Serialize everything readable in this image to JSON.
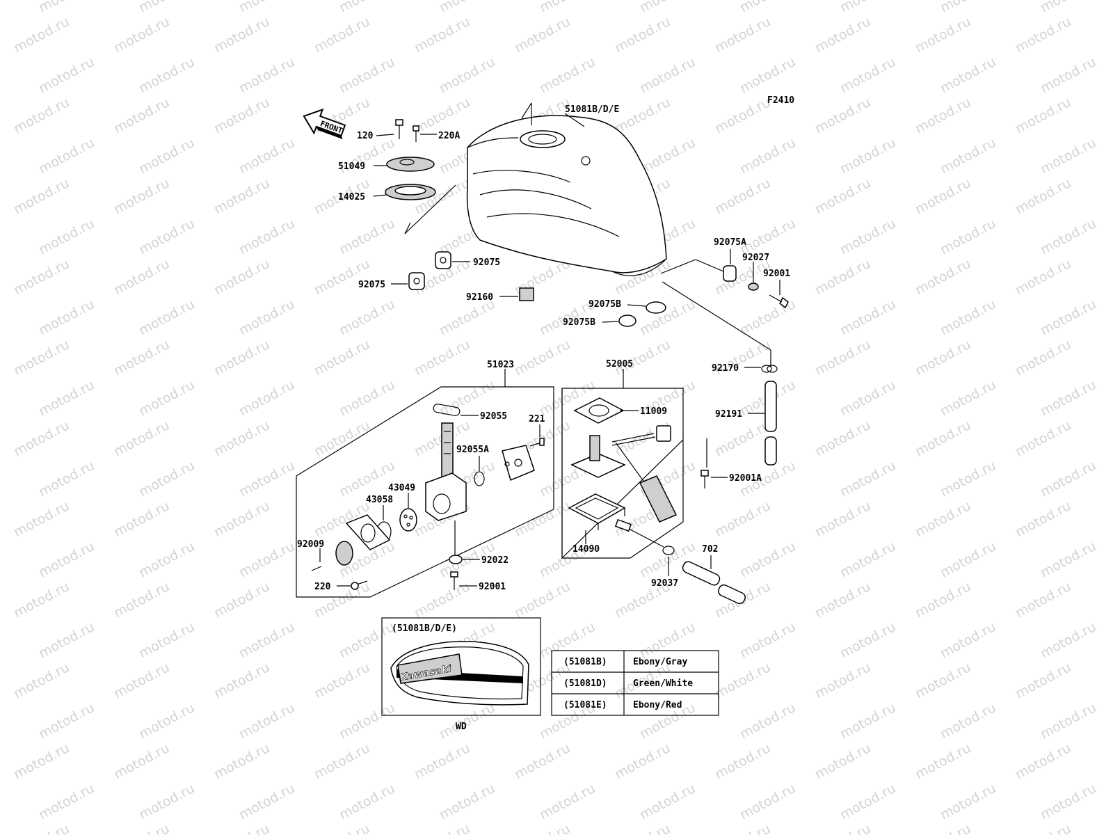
{
  "watermark": "motod.ru",
  "figure_code": "F2410",
  "front_arrow": "FRONT",
  "part_labels": {
    "fuel_tank": "51081B/D/E",
    "cap_bolt": "120",
    "cap_screw": "220A",
    "cap_assy": "51049",
    "cap_gasket": "14025",
    "damper_a": "92075",
    "damper_b": "92075",
    "damper_block": "92160",
    "damper_rear": "92075A",
    "collar": "92027",
    "bolt_rear": "92001",
    "damper_lower_1": "92075B",
    "damper_lower_2": "92075B",
    "cock_assy": "51023",
    "oring_top": "92055",
    "screw_221": "221",
    "oring_small": "92055A",
    "diaphragm": "43049",
    "oring_43058": "43058",
    "screw_92009": "92009",
    "screw_220": "220",
    "washer": "92022",
    "bolt_cock": "92001",
    "pump_assy": "52005",
    "pump_gasket": "11009",
    "pump_cover": "14090",
    "clip_hose": "92170",
    "hose_92191": "92191",
    "bolt_92001a": "92001A",
    "clamp": "92037",
    "hose_702": "702"
  },
  "inset": {
    "title": "(51081B/D/E)",
    "emblem_text": "Kawasaki",
    "caption": "WD"
  },
  "color_table": [
    {
      "code": "(51081B)",
      "color": "Ebony/Gray"
    },
    {
      "code": "(51081D)",
      "color": "Green/White"
    },
    {
      "code": "(51081E)",
      "color": "Ebony/Red"
    }
  ]
}
